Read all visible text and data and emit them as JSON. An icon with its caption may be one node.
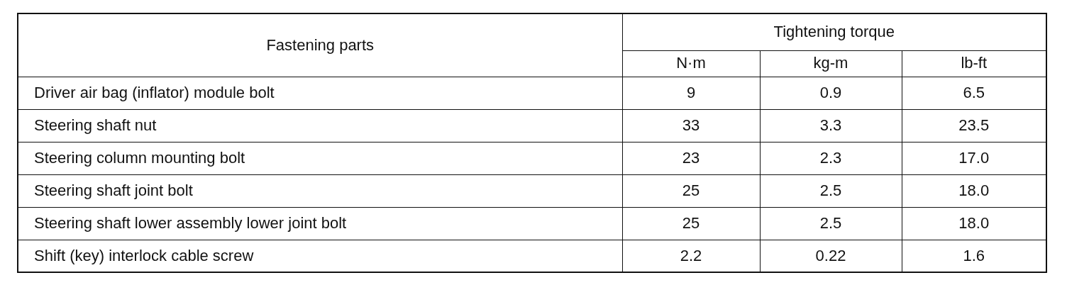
{
  "diagram": {
    "labels": [
      "Fastening parts",
      "Tightening torque",
      "N·m",
      "kg-m",
      "lb-ft",
      "Driver air bag (inflator) module bolt",
      "9",
      "0.9",
      "6.5",
      "Steering shaft nut",
      "33",
      "3.3",
      "23.5",
      "Steering column mounting bolt",
      "23",
      "2.3",
      "17.0",
      "Steering shaft joint bolt",
      "25",
      "2.5",
      "18.0",
      "Steering shaft lower assembly lower joint bolt",
      "25",
      "2.5",
      "18.0",
      "Shift (key) interlock cable screw",
      "2.2",
      "0.22",
      "1.6"
    ]
  }
}
